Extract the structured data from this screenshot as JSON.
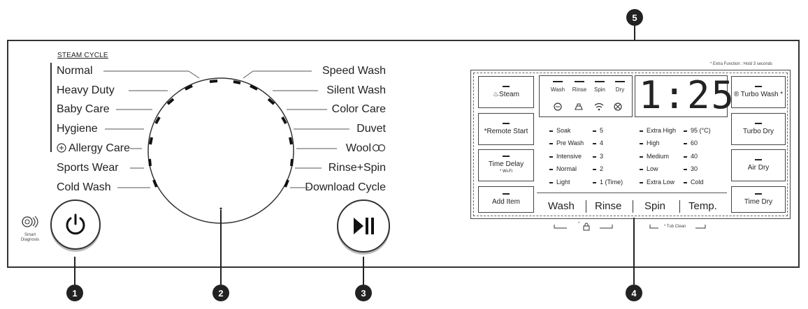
{
  "steam_cycle_label": "STEAM CYCLE",
  "cycles_left": [
    "Normal",
    "Heavy Duty",
    "Baby Care",
    "Hygiene",
    "Allergy Care",
    "Sports Wear",
    "Cold Wash"
  ],
  "cycles_right": [
    "Speed Wash",
    "Silent Wash",
    "Color Care",
    "Duvet",
    "Wool",
    "Rinse+Spin",
    "Download Cycle"
  ],
  "smart_diagnosis_label": "Smart Diagnosis",
  "callouts": [
    "1",
    "2",
    "3",
    "4",
    "5"
  ],
  "extra_function_note": "* Extra Function : Hold 3 seconds",
  "left_buttons": [
    {
      "label": "Steam",
      "sub": ""
    },
    {
      "label": "*Remote Start",
      "sub": ""
    },
    {
      "label": "Time Delay",
      "sub": "* Wi-Fi"
    },
    {
      "label": "Add Item",
      "sub": ""
    }
  ],
  "right_buttons": [
    "Turbo Wash *",
    "Turbo Dry",
    "Air Dry",
    "Time Dry"
  ],
  "indicators": [
    "Wash",
    "Rinse",
    "Spin",
    "Dry"
  ],
  "time_display": "1:25",
  "wash_options": [
    "Soak",
    "Pre Wash",
    "Intensive",
    "Normal",
    "Light"
  ],
  "rinse_options": [
    "5",
    "4",
    "3",
    "2",
    "1 (Time)"
  ],
  "spin_options": [
    "Extra High",
    "High",
    "Medium",
    "Low",
    "Extra Low"
  ],
  "temp_options": [
    "95 (°C)",
    "60",
    "40",
    "30",
    "Cold"
  ],
  "bottom_labels": [
    "Wash",
    "Rinse",
    "Spin",
    "Temp."
  ],
  "child_lock_note": "*",
  "tub_clean_note": "* Tub Clean"
}
